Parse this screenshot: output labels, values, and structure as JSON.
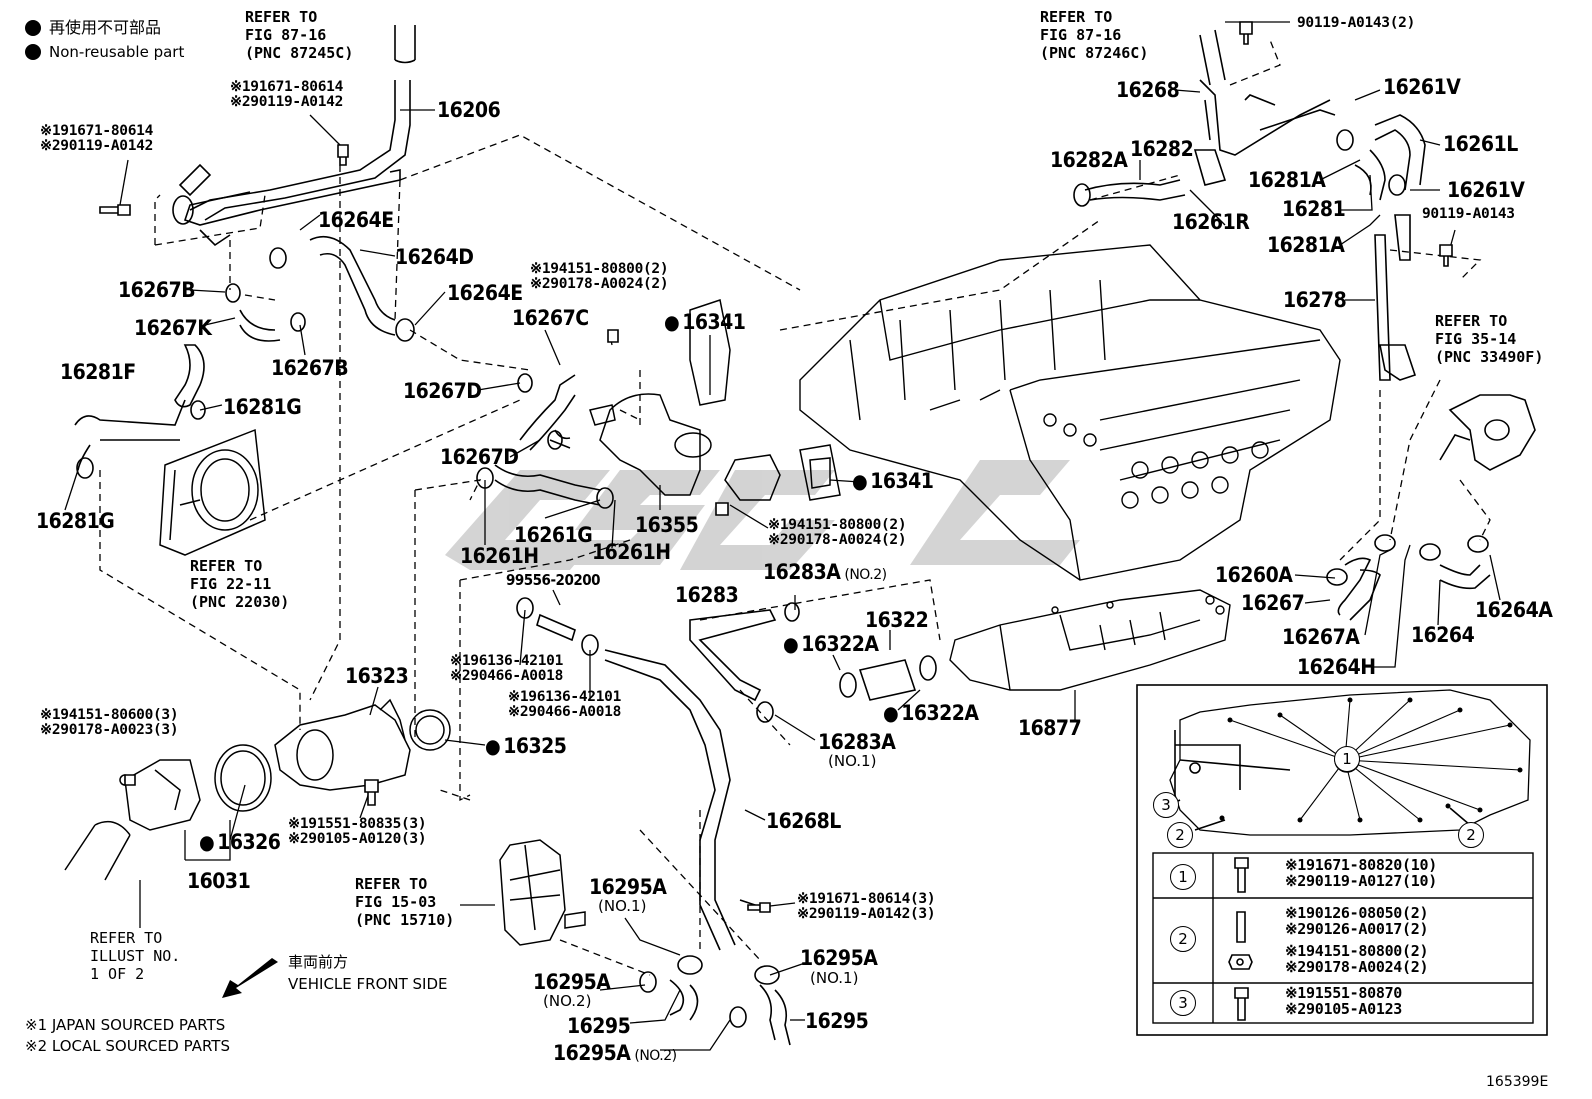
{
  "legend": {
    "nonreusable_jp": "再使用不可部品",
    "nonreusable_en": "Non-reusable part"
  },
  "footnotes": {
    "japan": "※1 JAPAN SOURCED PARTS",
    "local": "※2 LOCAL SOURCED PARTS"
  },
  "direction": {
    "jp": "車両前方",
    "en": "VEHICLE FRONT SIDE"
  },
  "figure_id": "165399E",
  "refs": {
    "fig87_16_left": "REFER TO\nFIG 87-16\n(PNC 87245C)",
    "fig87_16_right": "REFER TO\nFIG 87-16\n(PNC 87246C)",
    "fig35_14": "REFER TO\nFIG 35-14\n(PNC 33490F)",
    "fig22_11": "REFER TO\nFIG 22-11\n(PNC 22030)",
    "fig15_03": "REFER TO\nFIG 15-03\n(PNC 15710)",
    "illust": "REFER TO\nILLUST NO.\n1 OF 2"
  },
  "parts": {
    "p16206": "16206",
    "p16264E_a": "16264E",
    "p16264D": "16264D",
    "p16264E_b": "16264E",
    "p16267B_a": "16267B",
    "p16267K": "16267K",
    "p16267B_b": "16267B",
    "p16281F": "16281F",
    "p16281G_a": "16281G",
    "p16281G_b": "16281G",
    "p16267C": "16267C",
    "p16341_a": "16341",
    "p16267D_a": "16267D",
    "p16267D_b": "16267D",
    "p16341_b": "16341",
    "p16261G": "16261G",
    "p16261H_a": "16261H",
    "p16261H_b": "16261H",
    "p16355": "16355",
    "p16283": "16283",
    "p16283A_a": "16283A",
    "p16322": "16322",
    "p16322A_a": "16322A",
    "p16322A_b": "16322A",
    "p16283A_b": "16283A",
    "p16323": "16323",
    "p16325": "16325",
    "p16326": "16326",
    "p16031": "16031",
    "p16268L": "16268L",
    "p16295A_a": "16295A",
    "p16295A_b": "16295A",
    "p16295A_c": "16295A",
    "p16295A_d": "16295A",
    "p16295_a": "16295",
    "p16295_b": "16295",
    "p16877": "16877",
    "p16268": "16268",
    "p16261V_a": "16261V",
    "p16261L": "16261L",
    "p16282A": "16282A",
    "p16282": "16282",
    "p16281A_a": "16281A",
    "p16261V_b": "16261V",
    "p16261R": "16261R",
    "p16281": "16281",
    "p16281A_b": "16281A",
    "p16278": "16278",
    "p16260A": "16260A",
    "p16267": "16267",
    "p16267A": "16267A",
    "p16264": "16264",
    "p16264A": "16264A",
    "p16264H": "16264H",
    "p99556": "99556-20200"
  },
  "subnotes": {
    "no1": "(NO.1)",
    "no2": "(NO.2)"
  },
  "bolts": {
    "b_tl1": "※191671-80614\n※290119-A0142",
    "b_tl2": "※191671-80614\n※290119-A0142",
    "b_16267C": "※194151-80800(2)\n※290178-A0024(2)",
    "b_16355": "※194151-80800(2)\n※290178-A0024(2)",
    "b_16031": "※194151-80600(3)\n※290178-A0023(3)",
    "b_16323": "※191551-80835(3)\n※290105-A0120(3)",
    "b_hose_a": "※196136-42101\n※290466-A0018",
    "b_hose_b": "※196136-42101\n※290466-A0018",
    "b_16268L": "※191671-80614(3)\n※290119-A0142(3)",
    "b_tr1": "90119-A0143(2)",
    "b_tr2": "90119-A0143"
  },
  "table": {
    "row1_num": "1",
    "row1_parts": "※191671-80820(10)\n※290119-A0127(10)",
    "row2_num": "2",
    "row2_parts_a": "※190126-08050(2)\n※290126-A0017(2)",
    "row2_parts_b": "※194151-80800(2)\n※290178-A0024(2)",
    "row3_num": "3",
    "row3_parts": "※191551-80870\n※290105-A0123"
  }
}
